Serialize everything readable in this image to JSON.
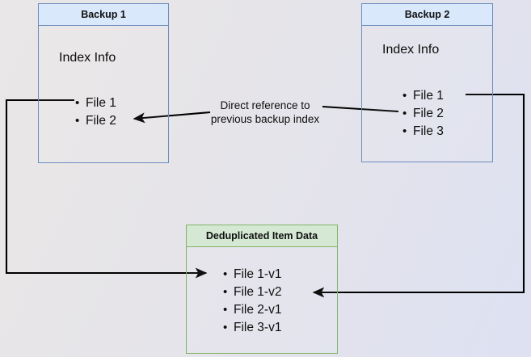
{
  "diagram": {
    "title_semantic": "backup-deduplication-reference-diagram",
    "accent_blue_fill": "#dae8fc",
    "accent_blue_stroke": "#6c8ebf",
    "accent_green_fill": "#d5e8d4",
    "accent_green_stroke": "#82b366",
    "edge_color": "#000000",
    "background_start": "#e9e7e7",
    "background_end": "#dde1f2"
  },
  "backup1": {
    "title": "Backup 1",
    "section_label": "Index Info",
    "files": [
      "File 1",
      "File 2"
    ]
  },
  "backup2": {
    "title": "Backup 2",
    "section_label": "Index Info",
    "files": [
      "File 1",
      "File 2",
      "File 3"
    ]
  },
  "dedup": {
    "title": "Deduplicated Item Data",
    "items": [
      "File 1-v1",
      "File 1-v2",
      "File 2-v1",
      "File 3-v1"
    ]
  },
  "edges": {
    "center_label": "Direct reference to\nprevious backup index"
  }
}
